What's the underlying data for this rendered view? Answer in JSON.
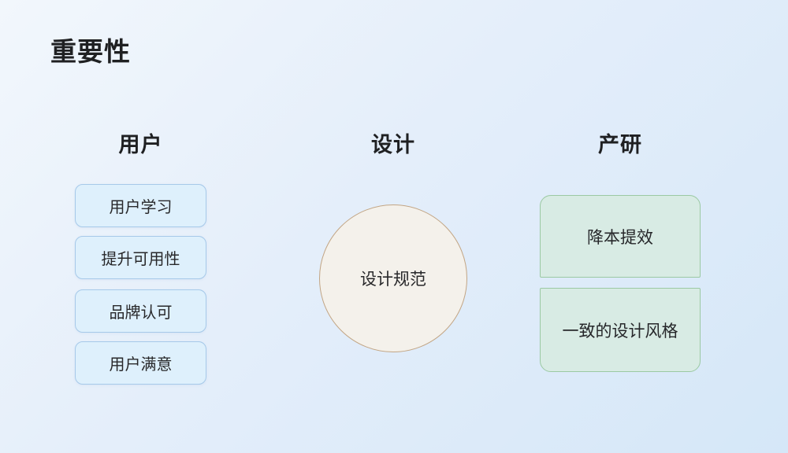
{
  "slide": {
    "title": "重要性",
    "columns": [
      {
        "header": "用户",
        "items": [
          "用户学习",
          "提升可用性",
          "品牌认可",
          "用户满意"
        ]
      },
      {
        "header": "设计",
        "circle_label": "设计规范"
      },
      {
        "header": "产研",
        "items": [
          "降本提效",
          "一致的设计风格"
        ]
      }
    ]
  },
  "colors": {
    "background_start": "#f2f7fc",
    "background_end": "#d5e7f8",
    "blue_box_fill": "#def0fc",
    "blue_box_border": "#a6c9e9",
    "circle_fill": "#f4f1eb",
    "circle_border": "#c2a584",
    "green_box_fill": "#d8ebe4",
    "green_box_border": "#9bc9a3",
    "text": "#222326"
  }
}
